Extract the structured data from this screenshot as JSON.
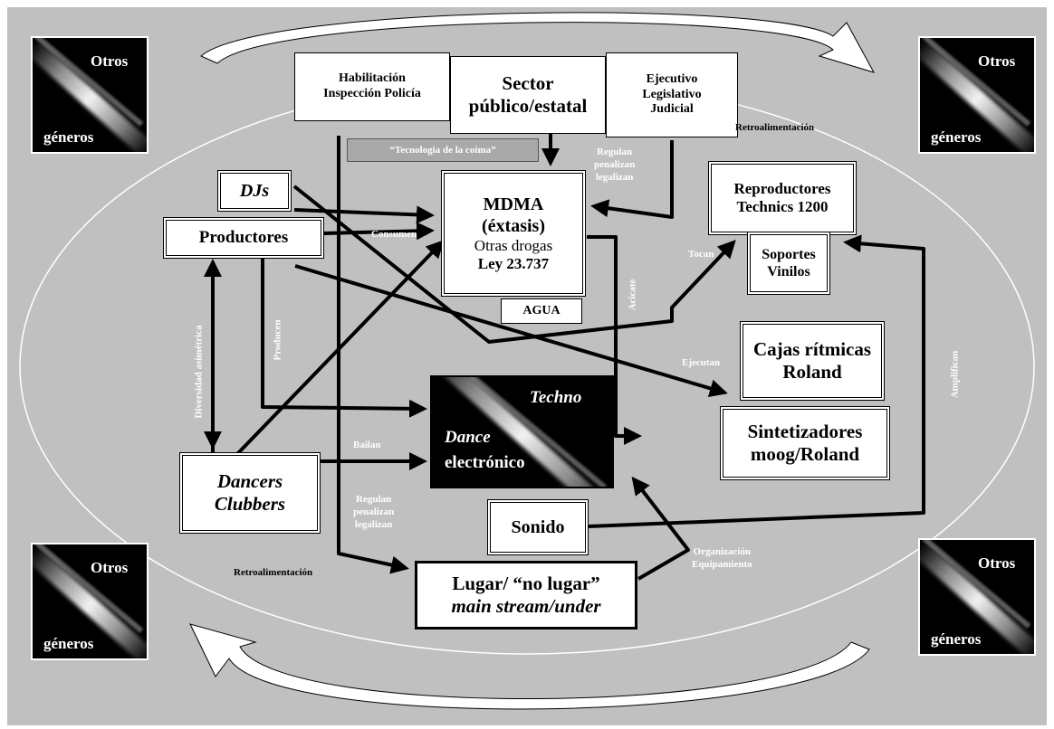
{
  "corner_tiles": {
    "top_left": {
      "line1": "Otros",
      "line2": "géneros"
    },
    "top_right": {
      "line1": "Otros",
      "line2": "géneros"
    },
    "bottom_left": {
      "line1": "Otros",
      "line2": "géneros"
    },
    "bottom_right": {
      "line1": "Otros",
      "line2": "géneros"
    }
  },
  "top": {
    "habilitacion": {
      "line1": "Habilitación",
      "line2": "Inspección Policía"
    },
    "sector": {
      "line1": "Sector",
      "line2": "público/estatal"
    },
    "ejecutivo": {
      "line1": "Ejecutivo",
      "line2": "Legislativo",
      "line3": "Judicial"
    },
    "tecnologia": "“Tecnologia de la coima”"
  },
  "nodes": {
    "djs": "DJs",
    "productores": "Productores",
    "mdma": {
      "line1": "MDMA",
      "line2": "(éxtasis)",
      "line3": "Otras drogas",
      "line4": "Ley 23.737"
    },
    "agua": "AGUA",
    "reproductores": {
      "line1": "Reproductores",
      "line2": "Technics 1200"
    },
    "soportes": {
      "line1": "Soportes",
      "line2": "Vinilos"
    },
    "cajas": {
      "line1": "Cajas rítmicas",
      "line2": "Roland"
    },
    "sintetizadores": {
      "line1": "Sintetizadores",
      "line2": "moog/Roland"
    },
    "techno": {
      "line1": "Techno",
      "line2": "Dance",
      "line3": "electrónico"
    },
    "dancers": {
      "line1": "Dancers",
      "line2": "Clubbers"
    },
    "sonido": "Sonido",
    "lugar": {
      "line1": "Lugar/ “no lugar”",
      "line2": "main stream/under"
    }
  },
  "labels": {
    "retro_top": "Retroalimentación",
    "retro_bottom": "Retroalimentación",
    "regulan_top": {
      "l1": "Regulan",
      "l2": "penalizan",
      "l3": "legalizan"
    },
    "consumen": "Consumen",
    "acicate": "Acicate",
    "tocan": "Tocan",
    "ejecutan": "Ejecutan",
    "diversidad": "Diversidad asimétrica",
    "producen": "Producen",
    "bailan": "Bailan",
    "regulan_bottom": {
      "l1": "Regulan",
      "l2": "penalizan",
      "l3": "legalizan"
    },
    "organizacion": {
      "l1": "Organización",
      "l2": "Equipamiento"
    },
    "amplifican": "Amplifican"
  }
}
